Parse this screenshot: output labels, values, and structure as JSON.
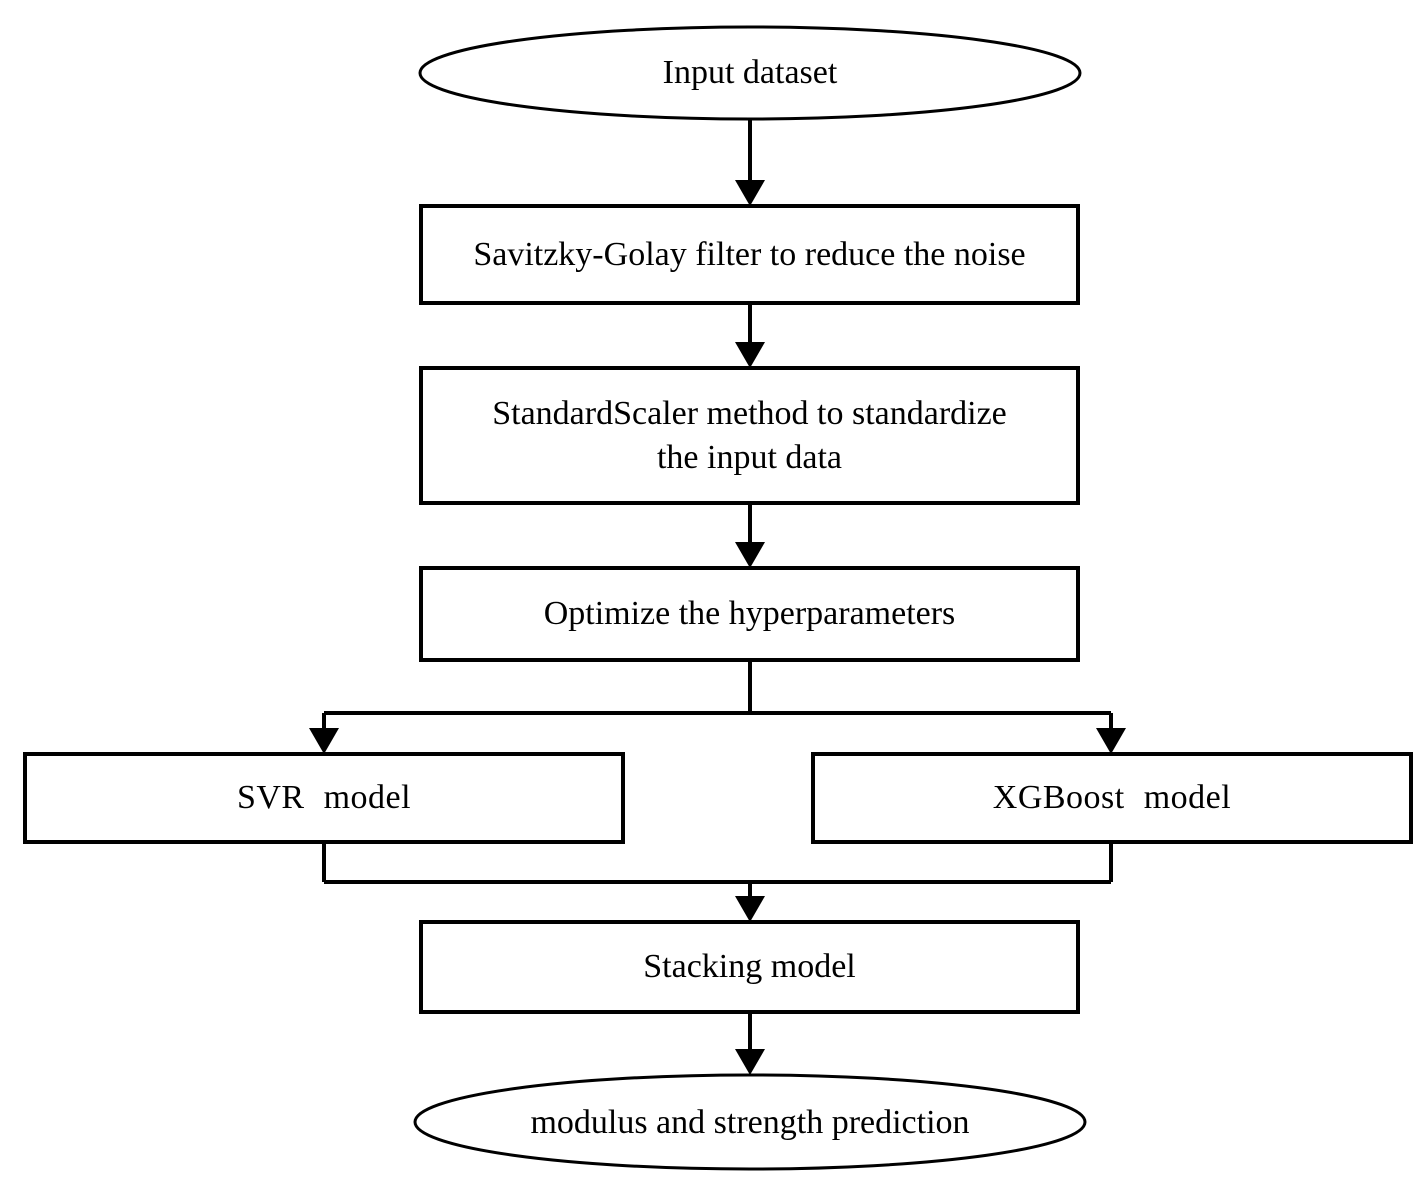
{
  "diagram": {
    "title": "Machine learning modeling workflow flowchart",
    "background_color": "#ffffff",
    "line_color": "#000000",
    "text_color": "#000000",
    "nodes": [
      {
        "id": "input-dataset",
        "label": "Input dataset",
        "shape": "ellipse",
        "role": "start"
      },
      {
        "id": "savitzky-golay",
        "label": "Savitzky-Golay filter to reduce the noise",
        "shape": "rectangle",
        "role": "process"
      },
      {
        "id": "standard-scaler",
        "label": "StandardScaler method to standardize\nthe input data",
        "shape": "rectangle",
        "role": "process"
      },
      {
        "id": "optimize-hyperparameters",
        "label": "Optimize the hyperparameters",
        "shape": "rectangle",
        "role": "process"
      },
      {
        "id": "svr-model",
        "label": "SVR  model",
        "shape": "rectangle",
        "role": "process"
      },
      {
        "id": "xgboost-model",
        "label": "XGBoost  model",
        "shape": "rectangle",
        "role": "process"
      },
      {
        "id": "stacking-model",
        "label": "Stacking model",
        "shape": "rectangle",
        "role": "process"
      },
      {
        "id": "prediction-output",
        "label": "modulus and strength prediction",
        "shape": "ellipse",
        "role": "end"
      }
    ],
    "edges": [
      {
        "from": "input-dataset",
        "to": "savitzky-golay",
        "style": "straight-down",
        "arrow": true
      },
      {
        "from": "savitzky-golay",
        "to": "standard-scaler",
        "style": "straight-down",
        "arrow": true
      },
      {
        "from": "standard-scaler",
        "to": "optimize-hyperparameters",
        "style": "straight-down",
        "arrow": true
      },
      {
        "from": "optimize-hyperparameters",
        "to": "svr-model",
        "style": "split-left",
        "arrow": true
      },
      {
        "from": "optimize-hyperparameters",
        "to": "xgboost-model",
        "style": "split-right",
        "arrow": true
      },
      {
        "from": "svr-model",
        "to": "stacking-model",
        "style": "merge-left",
        "arrow": false
      },
      {
        "from": "xgboost-model",
        "to": "stacking-model",
        "style": "merge-right",
        "arrow": false
      },
      {
        "from": "merge-junction",
        "to": "stacking-model",
        "style": "straight-down",
        "arrow": true
      },
      {
        "from": "stacking-model",
        "to": "prediction-output",
        "style": "straight-down",
        "arrow": true
      }
    ]
  }
}
